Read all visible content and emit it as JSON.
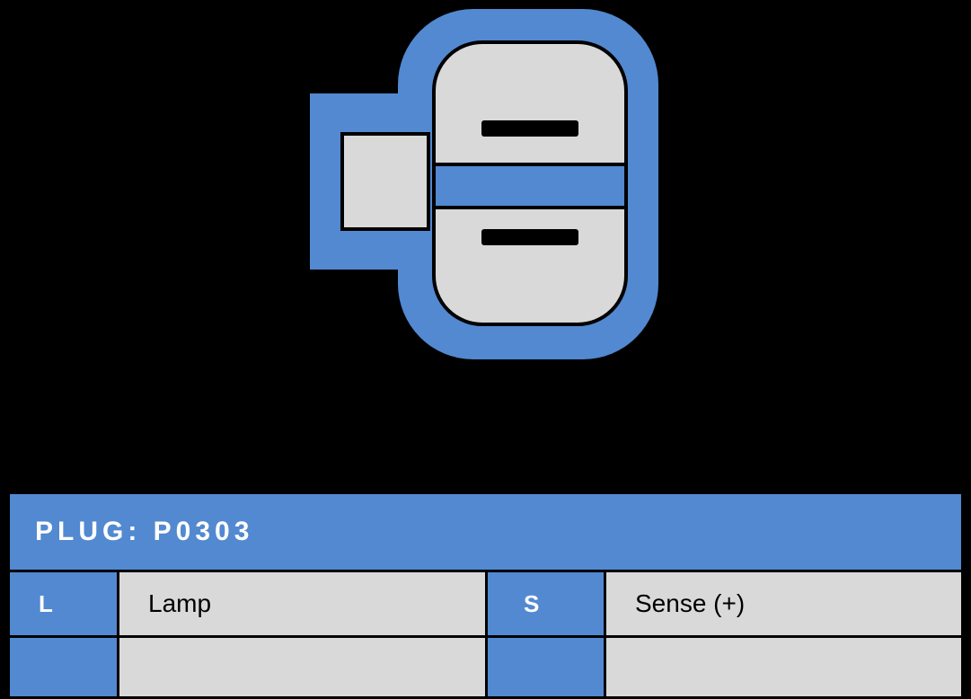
{
  "page": {
    "background_color": "#000000"
  },
  "connector": {
    "name": "2-pin plug connector, front view",
    "colors": {
      "outline_blue": "#5289d1",
      "body_gray": "#d9d9d9",
      "pin_black": "#000000"
    },
    "pin_count": 2
  },
  "table": {
    "title": "PLUG: P0303",
    "header_bg": "#5289d1",
    "key_cell_bg": "#5289d1",
    "value_cell_bg": "#d9d9d9",
    "rows": [
      [
        "L",
        "Lamp",
        "S",
        "Sense (+)"
      ],
      [
        "",
        "",
        "",
        ""
      ]
    ]
  }
}
